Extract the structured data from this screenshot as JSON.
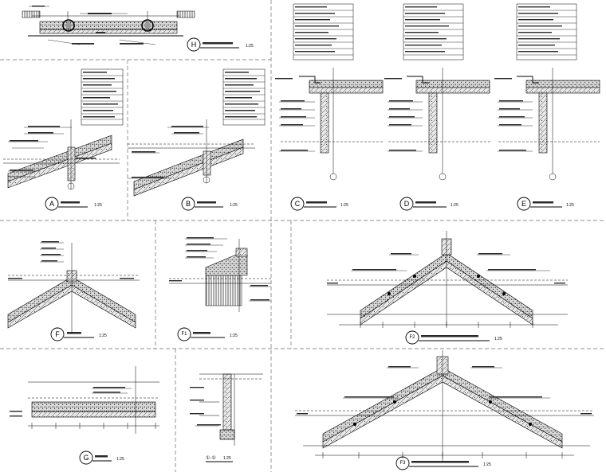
{
  "sheet": {
    "colors": {
      "ink": "#000000",
      "divider": "#6a6a6a",
      "paper": "#ffffff"
    }
  },
  "details": [
    {
      "id": "H",
      "scale": "1:25"
    },
    {
      "id": "A",
      "scale": "1:25"
    },
    {
      "id": "B",
      "scale": "1:25"
    },
    {
      "id": "C",
      "scale": "1:25"
    },
    {
      "id": "D",
      "scale": "1:25"
    },
    {
      "id": "E",
      "scale": "1:25"
    },
    {
      "id": "F",
      "scale": "1:25"
    },
    {
      "id": "F1",
      "scale": "1:25"
    },
    {
      "id": "F2",
      "scale": "1:25"
    },
    {
      "id": "G",
      "scale": "1:25"
    },
    {
      "id": "1",
      "scale": "1:25"
    },
    {
      "id": "F3",
      "scale": "1:25"
    }
  ],
  "section_mark": {
    "label": "①-①",
    "scale": "1:25"
  },
  "icons": [
    "detail-marker-icon",
    "section-cut-icon",
    "elevation-marker-icon",
    "axis-bubble-icon"
  ]
}
